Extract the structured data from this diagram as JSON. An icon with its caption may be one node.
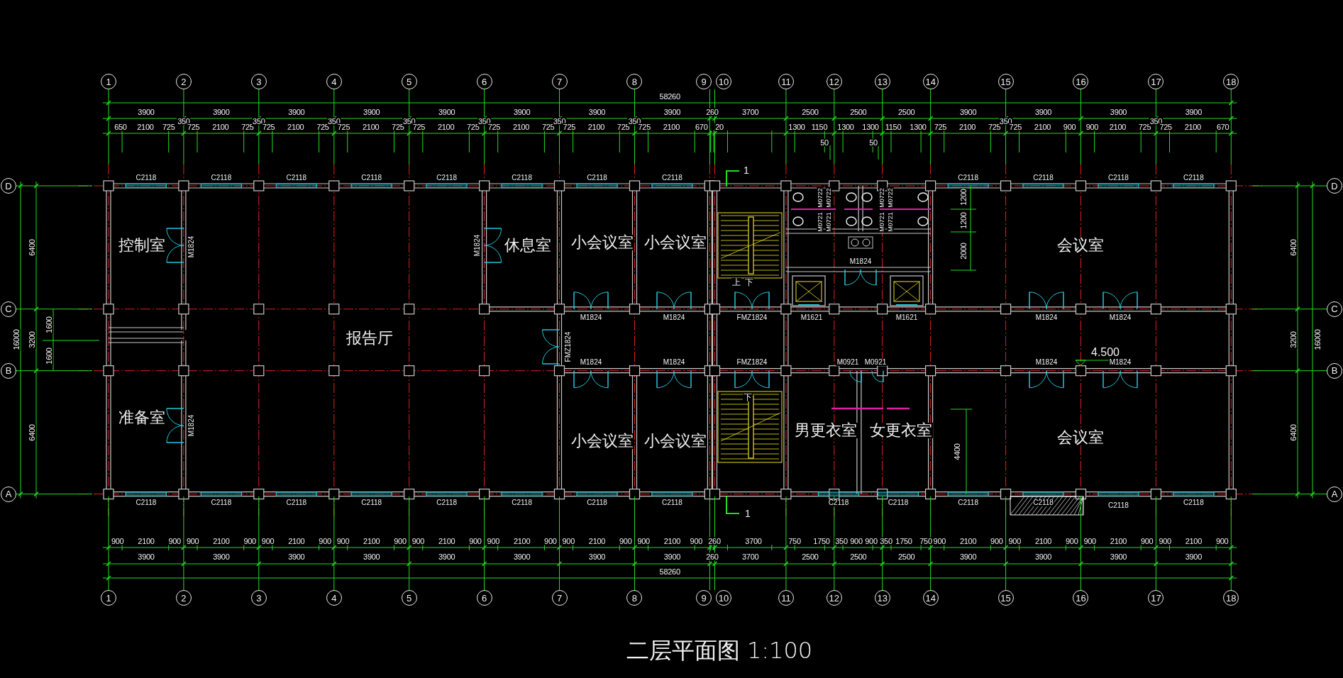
{
  "diagram": {
    "title": "二层平面图 1:100",
    "nodes": [
      {
        "text": [
          "1"
        ]
      },
      {
        "text": [
          "2"
        ]
      },
      {
        "text": [
          "3"
        ]
      },
      {
        "text": [
          "4"
        ]
      },
      {
        "text": [
          "5"
        ]
      },
      {
        "text": [
          "6"
        ]
      },
      {
        "text": [
          "7"
        ]
      },
      {
        "text": [
          "8"
        ]
      },
      {
        "text": [
          "9"
        ]
      },
      {
        "text": [
          "10"
        ]
      },
      {
        "text": [
          "11"
        ]
      },
      {
        "text": [
          "12"
        ]
      },
      {
        "text": [
          "13"
        ]
      },
      {
        "text": [
          "14"
        ]
      },
      {
        "text": [
          "15"
        ]
      },
      {
        "text": [
          "16"
        ]
      },
      {
        "text": [
          "17"
        ]
      },
      {
        "text": [
          "18"
        ]
      },
      {
        "text": [
          "D"
        ]
      },
      {
        "text": [
          "D"
        ]
      },
      {
        "text": [
          "C"
        ]
      },
      {
        "text": [
          "C"
        ]
      },
      {
        "text": [
          "B"
        ]
      },
      {
        "text": [
          "B"
        ]
      },
      {
        "text": [
          "A"
        ]
      },
      {
        "text": [
          "A"
        ]
      },
      {
        "text": [
          "1"
        ]
      },
      {
        "text": [
          "2"
        ]
      },
      {
        "text": [
          "3"
        ]
      },
      {
        "text": [
          "4"
        ]
      },
      {
        "text": [
          "5"
        ]
      },
      {
        "text": [
          "6"
        ]
      },
      {
        "text": [
          "7"
        ]
      },
      {
        "text": [
          "8"
        ]
      },
      {
        "text": [
          "9"
        ]
      },
      {
        "text": [
          "10"
        ]
      },
      {
        "text": [
          "11"
        ]
      },
      {
        "text": [
          "12"
        ]
      },
      {
        "text": [
          "13"
        ]
      },
      {
        "text": [
          "14"
        ]
      },
      {
        "text": [
          "15"
        ]
      },
      {
        "text": [
          "16"
        ]
      },
      {
        "text": [
          "17"
        ]
      },
      {
        "text": [
          "18"
        ]
      }
    ],
    "labels": [
      "58260",
      "3900",
      "3900",
      "3900",
      "3900",
      "3900",
      "3900",
      "3900",
      "3900",
      "260",
      "3700",
      "2500",
      "2500",
      "2500",
      "3900",
      "3900",
      "3900",
      "3900",
      "650",
      "2100",
      "725",
      "350",
      "725",
      "2100",
      "725",
      "350",
      "725",
      "2100",
      "725",
      "350",
      "725",
      "2100",
      "725",
      "350",
      "725",
      "2100",
      "725",
      "350",
      "725",
      "2100",
      "725",
      "350",
      "725",
      "2100",
      "725",
      "350",
      "725",
      "2100",
      "670",
      "20",
      "1300",
      "1150",
      "1300",
      "1300",
      "1150",
      "1300",
      "725",
      "2100",
      "725",
      "350",
      "725",
      "2100",
      "900",
      "900",
      "2100",
      "725",
      "350",
      "725",
      "2100",
      "670",
      "50",
      "50",
      "C2118",
      "C2118",
      "C2118",
      "C2118",
      "C2118",
      "C2118",
      "C2118",
      "C2118",
      "C2118",
      "C2118",
      "C2118",
      "C2118",
      "16000",
      "6400",
      "3200",
      "6400",
      "1600",
      "1600",
      "6400",
      "3200",
      "6400",
      "16000",
      "M0722",
      "M0722",
      "M0722",
      "M0722",
      "1200",
      "M0721",
      "M0721",
      "M0721",
      "M0721",
      "1200",
      "控制室",
      "M1824",
      "M1824",
      "休息室",
      "小会议室",
      "小会议室",
      "2000",
      "会议室",
      "M1824",
      "上",
      "下",
      "报告厅",
      "M1824",
      "M1824",
      "FMZ1824",
      "M1621",
      "M1621",
      "M1824",
      "M1824",
      "FMZ1824",
      "4.500",
      "M1824",
      "M1824",
      "FMZ1824",
      "M0921",
      "M0921",
      "M1824",
      "M1824",
      "下",
      "准备室",
      "M1824",
      "小会议室",
      "小会议室",
      "男更衣室",
      "女更衣室",
      "会议室",
      "4400",
      "1",
      "1",
      "C2118",
      "C2118",
      "C2118",
      "C2118",
      "C2118",
      "C2118",
      "C2118",
      "C2118",
      "C2118",
      "C2118",
      "C2118",
      "C2118",
      "C2118",
      "C2118",
      "900",
      "2100",
      "900",
      "900",
      "2100",
      "900",
      "900",
      "2100",
      "900",
      "900",
      "2100",
      "900",
      "900",
      "2100",
      "900",
      "900",
      "2100",
      "900",
      "900",
      "2100",
      "900",
      "900",
      "2100",
      "900",
      "260",
      "3700",
      "750",
      "1750",
      "350",
      "900",
      "900",
      "350",
      "1750",
      "750",
      "900",
      "2100",
      "900",
      "900",
      "2100",
      "900",
      "900",
      "2100",
      "900",
      "900",
      "2100",
      "900",
      "3900",
      "3900",
      "3900",
      "3900",
      "3900",
      "3900",
      "3900",
      "3900",
      "260",
      "3700",
      "2500",
      "2500",
      "2500",
      "3900",
      "3900",
      "3900",
      "3900",
      "58260"
    ]
  }
}
